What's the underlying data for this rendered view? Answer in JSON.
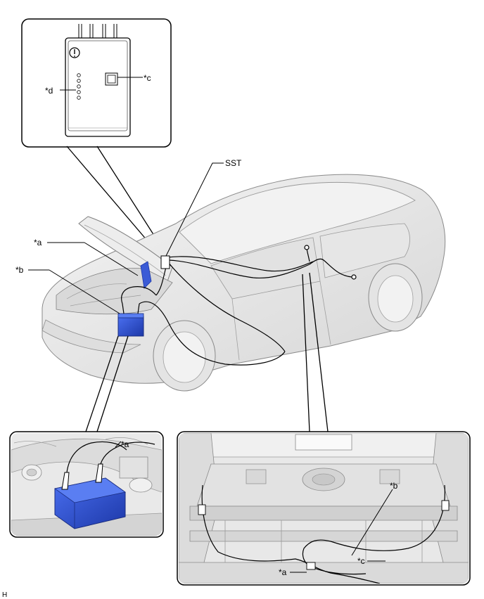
{
  "labels": {
    "sst": "SST",
    "a_main": "*a",
    "b_main": "*b",
    "c_tester": "*c",
    "d_tester": "*d",
    "a_battery": "*a",
    "b_trunk": "*b",
    "c_trunk": "*c",
    "a_trunk": "*a",
    "corner": "H"
  },
  "colors": {
    "battery_blue": "#2c4fd0",
    "clamp_blue": "#3b5bd6",
    "car_body": "#ececec",
    "outline": "#000000"
  }
}
